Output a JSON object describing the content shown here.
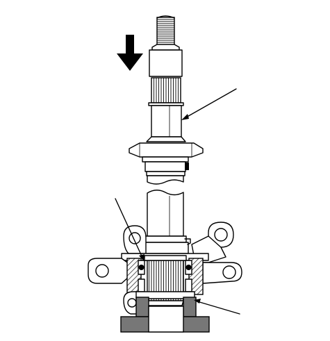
{
  "figure": {
    "parts": [
      "press-direction-arrow-icon",
      "shaft",
      "hub-assembly",
      "steering-knuckle",
      "press-base"
    ],
    "callouts": 3,
    "colors": {
      "line": "#000000",
      "background": "#ffffff",
      "press_fixture": "#777777",
      "bearing_hatch": "#555555",
      "black_fill": "#000000"
    }
  }
}
